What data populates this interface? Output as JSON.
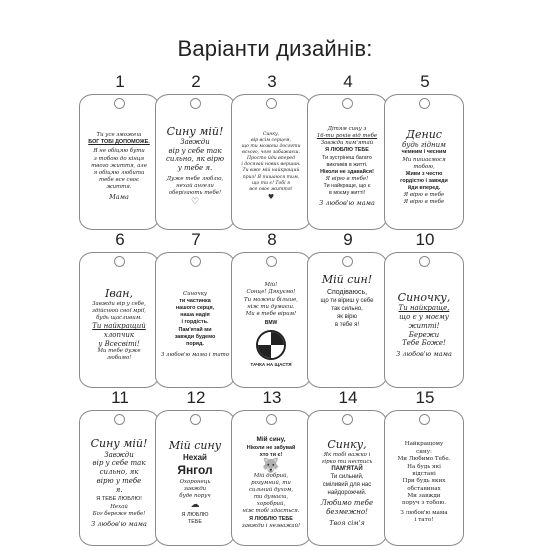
{
  "title": "Варіанти дизайнів:",
  "tags": [
    {
      "num": "1",
      "lines": [
        "Ти усе зможеш",
        "БОГ ТОБІ ДОПОМОЖЕ.",
        "Я не обіцяю бути",
        "з тобою до кінця",
        "твого життя, але",
        "я обіцяю любити",
        "тебе все своє",
        "життя.",
        "Мама"
      ]
    },
    {
      "num": "2",
      "lines": [
        "Сину мій!",
        "Завжди",
        "вір у себе так",
        "сильно, як вірю",
        "у тебе я.",
        "Дуже тебе люблю,",
        "нехай ангели",
        "оберігають тебе!"
      ]
    },
    {
      "num": "3",
      "lines": [
        "Синку,",
        "вір всім серцем,",
        "що ти можеш досягти",
        "всього, чого забажаєш.",
        "Просто йди вперед",
        "і досягай нових вершин.",
        "Ти вже мій найкращий",
        "приз! Я пишаюся тим,",
        "що ти є! Тобі я",
        "все своє життя!"
      ]
    },
    {
      "num": "4",
      "lines": [
        "Дітям сину з",
        "16-ти років від тебе",
        "Завжди пам'ятай",
        "Я ЛЮБЛЮ ТЕБЕ",
        "Ти зустрінеш багато",
        "викликів в житті.",
        "Ніколи не здавайся!",
        "Я вірю в тебе!",
        "Ти найкраще, що є",
        "в моєму житті!",
        "З любов'ю мама"
      ]
    },
    {
      "num": "5",
      "lines": [
        "Денис",
        "будь гідним",
        "чемним і чесним",
        "Ми пишаємося",
        "тобою,",
        "Живи з честю",
        "гордістю і завжди",
        "йди вперед.",
        "Я вірю в тебе",
        "Я вірю в тебе"
      ]
    },
    {
      "num": "6",
      "lines": [
        "Іван,",
        "Завжди вір у себе,",
        "здійснюй свої мрії,",
        "будь щасливим.",
        "Ти найкращий",
        "хлопчик",
        "у Всесвіті!",
        "Ми тебе дуже",
        "любимо!"
      ]
    },
    {
      "num": "7",
      "lines": [
        "Синочку",
        "ти частинка",
        "нашого серця,",
        "наша надія",
        "і гордість.",
        "Пам'ятай ми",
        "завжди будемо",
        "поряд.",
        "З любов'ю мама і тато"
      ]
    },
    {
      "num": "8",
      "lines": [
        "Мій!",
        "Сонце! Дякуємо!",
        "Ти можеш більше,",
        "ніж ти думаєш.",
        "Ми в тебе вірим!",
        "BMW",
        "ТАЧКА НА ЩАСТЯ"
      ]
    },
    {
      "num": "9",
      "lines": [
        "Мій син!",
        "Сподіваюсь,",
        "що ти віриш у себе",
        "так сильно,",
        "як вірю",
        "в тебе я!"
      ]
    },
    {
      "num": "10",
      "lines": [
        "Синочку,",
        "Ти найкраще,",
        "що є у моєму",
        "житті!",
        "Бережи",
        "Тебе Боже!",
        "З любов'ю мама"
      ]
    },
    {
      "num": "11",
      "lines": [
        "Сину мій!",
        "Завжди",
        "вір у себе так",
        "сильно, як",
        "вірю у тебе",
        "я.",
        "Я ТЕБЕ ЛЮБЛЮ!",
        "Нехай",
        "Бог береже тебе!",
        "З любов'ю мама"
      ]
    },
    {
      "num": "12",
      "lines": [
        "Мій сину",
        "Нехай",
        "Янгол",
        "Охоронець",
        "завжди",
        "буде поруч",
        "Я ЛЮБЛЮ",
        "ТЕБЕ"
      ]
    },
    {
      "num": "13",
      "lines": [
        "Мій сину,",
        "Ніколи не забувай",
        "хто ти є!",
        "Мій добрий,",
        "розумний, ти",
        "сильний духом,",
        "ти думаєш,",
        "хоробрий,",
        "ніж тобі здається.",
        "Я ЛЮБЛЮ ТЕБЕ",
        "завжди і незважай!"
      ]
    },
    {
      "num": "14",
      "lines": [
        "Синку,",
        "Як тобі важко і",
        "гірко ти нестись",
        "ПАМ'ЯТАЙ",
        "Ти сильний,",
        "сміливий для нас",
        "найдорожчий.",
        "Любимо тебе",
        "безмежно!",
        "Твоя сім'я"
      ]
    },
    {
      "num": "15",
      "lines": [
        "Найкращому",
        "сину:",
        "Ми Любимо Тебе.",
        "На будь які",
        "відстані",
        "При будь яких",
        "обставинах",
        "Ми завжди",
        "поруч з тобою.",
        "З любов'ю мама",
        "і тато!"
      ]
    }
  ]
}
